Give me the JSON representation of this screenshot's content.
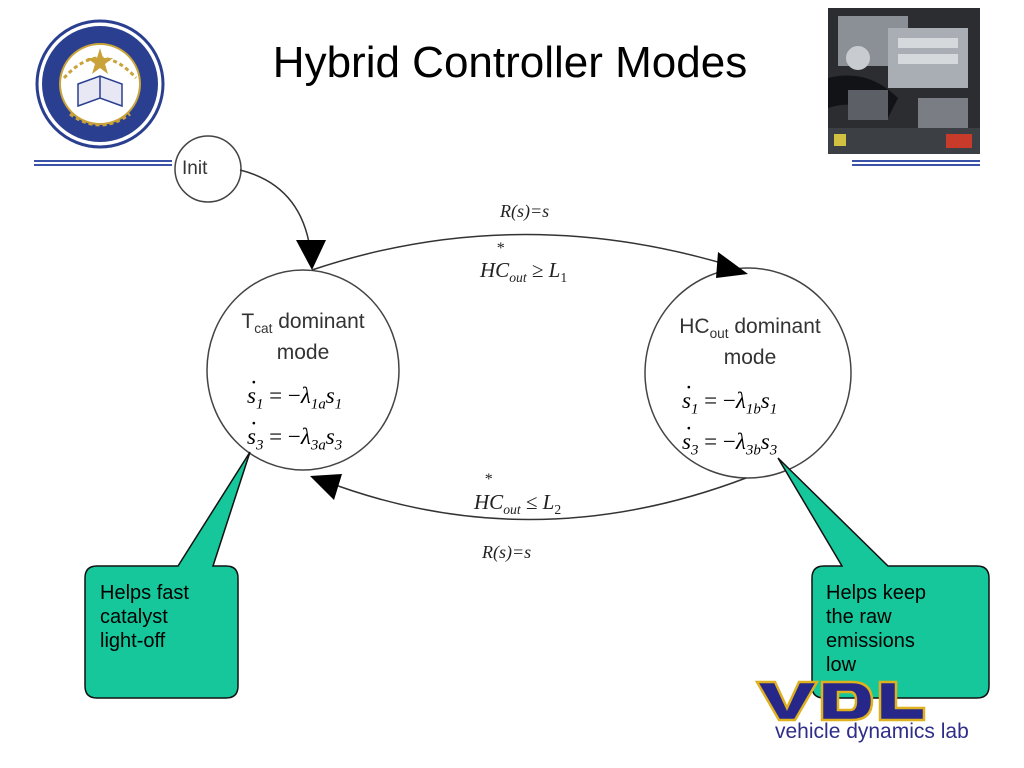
{
  "slide": {
    "title": "Hybrid Controller Modes"
  },
  "logos": {
    "seal_name": "university-of-california-seal",
    "photo_name": "engine-photo",
    "vdl_tagline": "vehicle dynamics lab"
  },
  "diagram": {
    "init_label": "Init",
    "left_mode": {
      "title_prefix": "T",
      "title_sub": "cat",
      "title_rest": " dominant",
      "title_line2": "mode",
      "eq1": {
        "lhs": "s",
        "lhs_sub": "1",
        "rhs_sym": "λ",
        "rhs_sub": "1a",
        "rhs_var": "s",
        "rhs_var_sub": "1"
      },
      "eq2": {
        "lhs": "s",
        "lhs_sub": "3",
        "rhs_sym": "λ",
        "rhs_sub": "3a",
        "rhs_var": "s",
        "rhs_var_sub": "3"
      }
    },
    "right_mode": {
      "title_prefix": "HC",
      "title_sub": "out",
      "title_rest": " dominant",
      "title_line2": "mode",
      "eq1": {
        "lhs": "s",
        "lhs_sub": "1",
        "rhs_sym": "λ",
        "rhs_sub": "1b",
        "rhs_var": "s",
        "rhs_var_sub": "1"
      },
      "eq2": {
        "lhs": "s",
        "lhs_sub": "3",
        "rhs_sym": "λ",
        "rhs_sub": "3b",
        "rhs_var": "s",
        "rhs_var_sub": "3"
      }
    },
    "top_transition": {
      "reset": "R(s)=s",
      "star": "*",
      "guard_var": "HC",
      "guard_sub": "out",
      "guard_op": "≥",
      "guard_lim": "L",
      "guard_lim_sub": "1"
    },
    "bottom_transition": {
      "reset": "R(s)=s",
      "star": "*",
      "guard_var": "HC",
      "guard_sub": "out",
      "guard_op": "≤",
      "guard_lim": "L",
      "guard_lim_sub": "2"
    }
  },
  "callouts": {
    "left": "Helps fast\ncatalyst\nlight-off",
    "right": "Helps keep\nthe raw\nemissions\nlow"
  },
  "colors": {
    "rule_blue": "#3a52a8",
    "seal_blue": "#2a3f8f",
    "seal_gold": "#c9a33a",
    "callout_green": "#15c79a",
    "vdl_blue": "#27278a",
    "vdl_gold": "#e0b11e"
  }
}
